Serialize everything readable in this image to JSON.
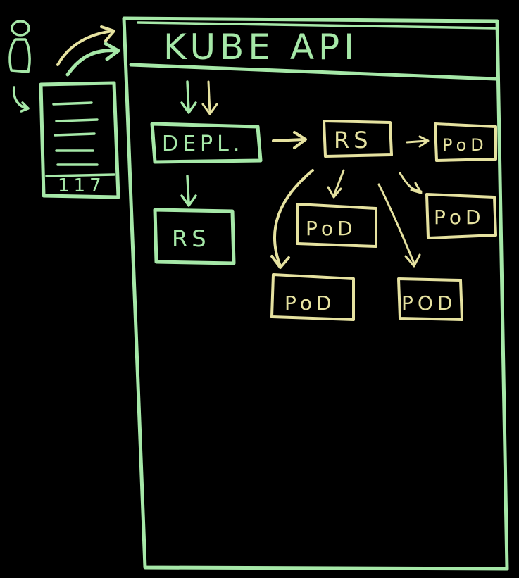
{
  "api": {
    "title": "KUBE API"
  },
  "manifest": {
    "lines": 5,
    "number": "117"
  },
  "nodes": {
    "deployment": "DEPL.",
    "rs_new": "RS",
    "rs_old": "RS",
    "pods": [
      "PoD",
      "PoD",
      "PoD",
      "PoD",
      "POD"
    ]
  },
  "colors": {
    "background": "#000000",
    "green": "#a6e8a8",
    "yellow": "#e6e2a0"
  }
}
